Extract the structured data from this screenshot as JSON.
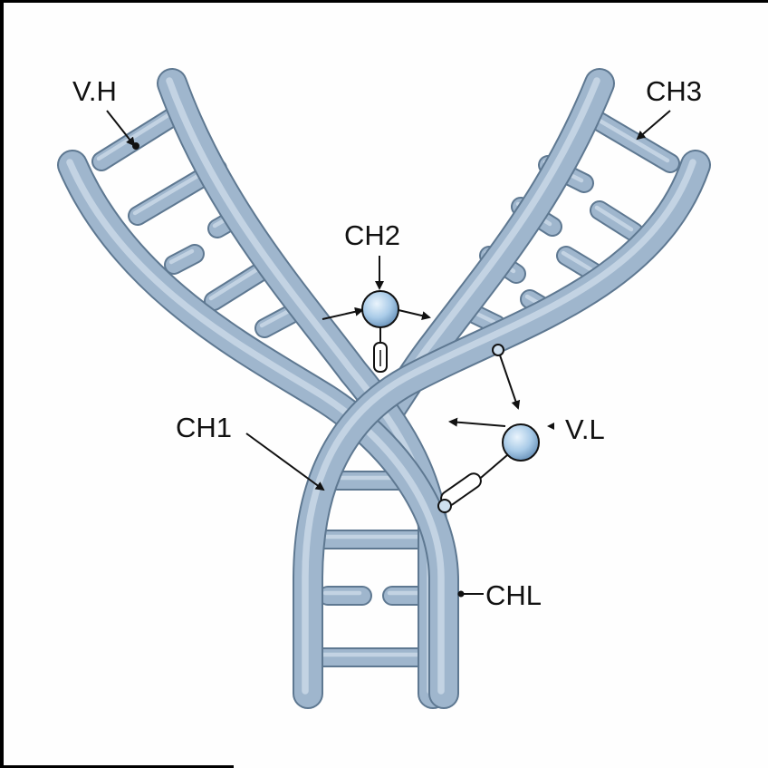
{
  "diagram": {
    "labels": {
      "vh": "V.H",
      "ch3": "CH3",
      "ch2": "CH2",
      "ch1": "CH1",
      "vl": "V.L",
      "chl": "CHL"
    },
    "colors": {
      "strand": "#9fb6cd",
      "strand_outline": "#5e7891",
      "highlight": "#d3e0ec",
      "bead": "#a9cbe8"
    }
  }
}
